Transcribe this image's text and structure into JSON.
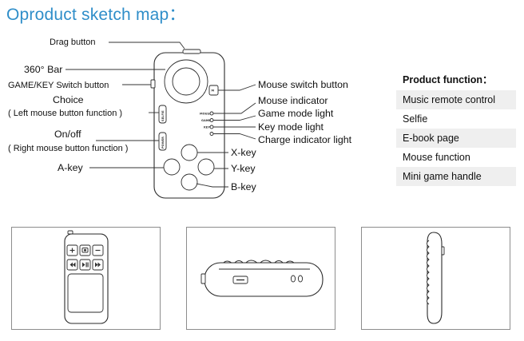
{
  "title": "Oproduct sketch map：",
  "callouts": {
    "drag_button": "Drag  button",
    "bar_360": "360° Bar",
    "game_key_switch": "GAME/KEY Switch button",
    "choice_line1": "Choice",
    "choice_line2": "( Left mouse button function )",
    "onoff_line1": "On/off",
    "onoff_line2": "( Right mouse button function )",
    "a_key": "A-key",
    "mouse_switch_button": "Mouse switch button",
    "mouse_indicator": "Mouse indicator",
    "game_mode_light": "Game mode light",
    "key_mode_light": "Key mode light",
    "charge_indicator_light": "Charge indicator light",
    "x_key": "X-key",
    "y_key": "Y-key",
    "b_key": "B-key"
  },
  "device_marks": {
    "mouse": "MOUSE",
    "game": "GAME",
    "key": "KEY",
    "selfie": "SELFIE",
    "power": "POWER",
    "m": "M"
  },
  "product_function": {
    "heading": "Product function：",
    "items": [
      "Music remote control",
      "Selfie",
      "E-book page",
      "Mouse function",
      "Mini game handle"
    ]
  },
  "colors": {
    "title": "#2f8ec9",
    "row_shade": "#efefef",
    "frame_border": "#8d8d8d"
  },
  "icons": [
    "plus-icon",
    "camera-icon",
    "minus-icon",
    "previous-icon",
    "play-pause-icon",
    "next-icon"
  ]
}
